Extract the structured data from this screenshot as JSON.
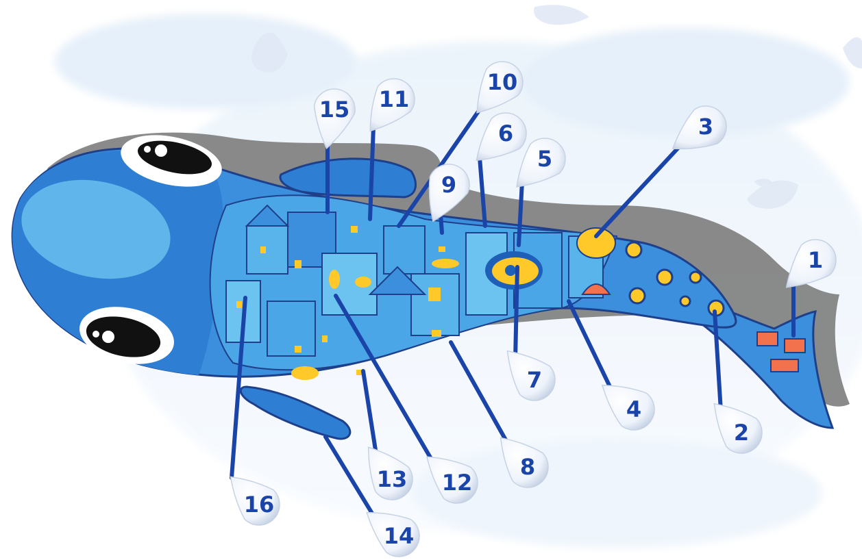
{
  "diagram": {
    "callouts": [
      {
        "label": "1"
      },
      {
        "label": "2"
      },
      {
        "label": "3"
      },
      {
        "label": "4"
      },
      {
        "label": "5"
      },
      {
        "label": "6"
      },
      {
        "label": "7"
      },
      {
        "label": "8"
      },
      {
        "label": "9"
      },
      {
        "label": "10"
      },
      {
        "label": "11"
      },
      {
        "label": "12"
      },
      {
        "label": "13"
      },
      {
        "label": "14"
      },
      {
        "label": "15"
      },
      {
        "label": "16"
      }
    ],
    "colors": {
      "leader_line": "#1a44a8",
      "label_text": "#1a44a8",
      "fish_body": "#3b8fdc",
      "fish_dark": "#1e5fb8",
      "fish_light": "#69bfef",
      "shadow": "#7b7b7b",
      "window_glow": "#ffc929",
      "drop_fill": "#eef3fb"
    }
  }
}
